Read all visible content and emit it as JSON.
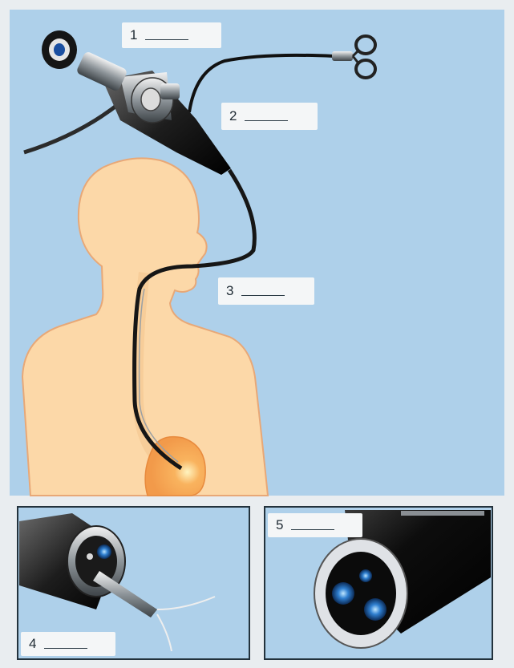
{
  "labels": [
    {
      "number": "1"
    },
    {
      "number": "2"
    },
    {
      "number": "3"
    },
    {
      "number": "4"
    },
    {
      "number": "5"
    }
  ],
  "colors": {
    "background": "#aed0ea",
    "body_fill": "#fcd8a8",
    "body_outline": "#e8a877",
    "tube": "#161616",
    "stomach": "#f6a55c",
    "panel_border": "#23323c"
  }
}
